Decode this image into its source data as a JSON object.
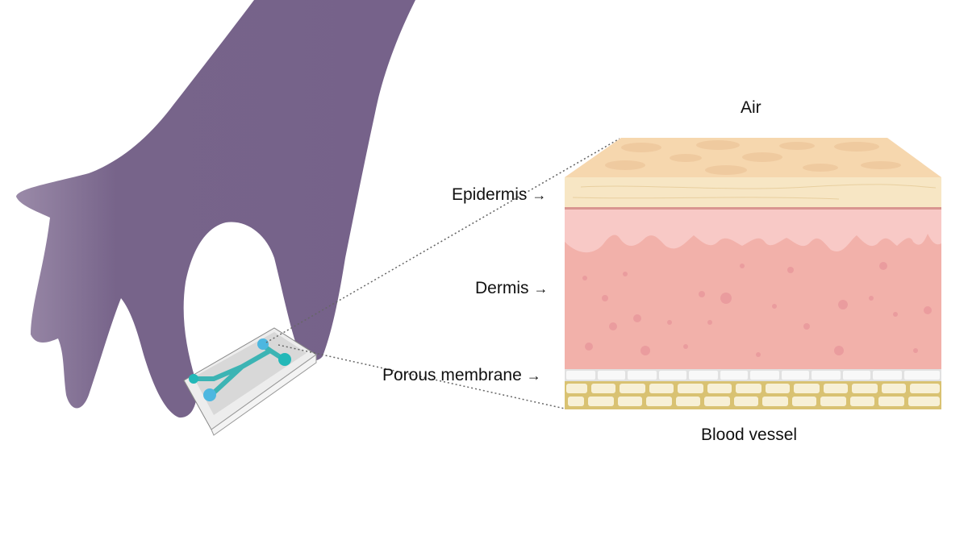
{
  "labels": {
    "air": "Air",
    "epidermis": "Epidermis",
    "dermis": "Dermis",
    "porous_membrane": "Porous membrane",
    "blood_vessel": "Blood vessel",
    "arrow": "→"
  },
  "colors": {
    "hand": "#77648a",
    "epidermis_top": "#f6d7ae",
    "epidermis_front": "#f7e6c4",
    "dermis_upper": "#f7c6c3",
    "dermis": "#f2b1aa",
    "membrane": "#f1f1f1",
    "vessel": "#d9c272",
    "chip_channel": "#3cb4b4"
  }
}
